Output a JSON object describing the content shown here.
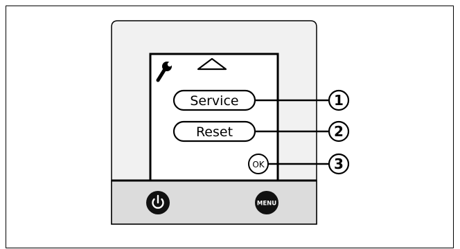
{
  "screen": {
    "service_label": "Service",
    "reset_label": "Reset",
    "ok_label": "OK"
  },
  "device": {
    "menu_label": "MENU"
  },
  "callouts": [
    "1",
    "2",
    "3"
  ]
}
